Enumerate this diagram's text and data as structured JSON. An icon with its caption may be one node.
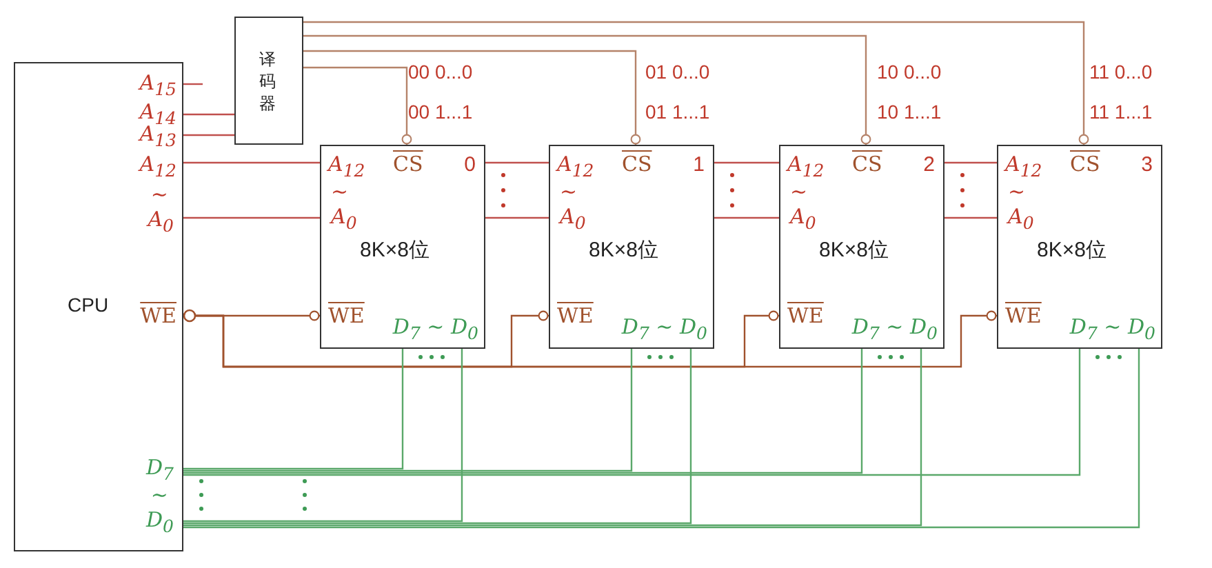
{
  "diagram": {
    "nodes": [
      {
        "text": [
          "CPU",
          "A$_{15}$",
          "A$_{14}$",
          "A$_{13}$",
          "A$_{12}$",
          "~",
          "A$_{0}$",
          "WE",
          "D$_{7}$",
          "~",
          "D$_{0}$"
        ]
      },
      {
        "text": [
          "译码器"
        ]
      },
      {
        "text": [
          "A$_{12}$",
          "~",
          "A$_{0}$",
          "CS",
          "0",
          "8K×8位",
          "WE",
          "D$_{7}$ ~ D$_{0}$"
        ]
      },
      {
        "text": [
          "A$_{12}$",
          "~",
          "A$_{0}$",
          "CS",
          "1",
          "8K×8位",
          "WE",
          "D$_{7}$ ~ D$_{0}$"
        ]
      },
      {
        "text": [
          "A$_{12}$",
          "~",
          "A$_{0}$",
          "CS",
          "2",
          "8K×8位",
          "WE",
          "D$_{7}$ ~ D$_{0}$"
        ]
      },
      {
        "text": [
          "A$_{12}$",
          "~",
          "A$_{0}$",
          "CS",
          "3",
          "8K×8位",
          "WE",
          "D$_{7}$ ~ D$_{0}$"
        ]
      }
    ],
    "edges": [
      {
        "from": 0,
        "to": 1,
        "arrow": "none",
        "color": "#c0504d"
      },
      {
        "from": 0,
        "to": 1,
        "arrow": "none",
        "color": "#c0504d"
      },
      {
        "from": 1,
        "to": 2,
        "arrow": "other",
        "color": "#b5836a"
      },
      {
        "from": 1,
        "to": 3,
        "arrow": "other",
        "color": "#b5836a"
      },
      {
        "from": 1,
        "to": 4,
        "arrow": "other",
        "color": "#b5836a"
      },
      {
        "from": 1,
        "to": 5,
        "arrow": "other",
        "color": "#b5836a"
      },
      {
        "from": 0,
        "to": 2,
        "arrow": "none",
        "color": "#c0504d"
      },
      {
        "from": 0,
        "to": 2,
        "arrow": "none",
        "color": "#c0504d"
      },
      {
        "from": 2,
        "to": 3,
        "arrow": "none",
        "color": "#c0504d"
      },
      {
        "from": 2,
        "to": 3,
        "arrow": "none",
        "color": "#c0504d"
      },
      {
        "from": 3,
        "to": 4,
        "arrow": "none",
        "color": "#c0504d"
      },
      {
        "from": 3,
        "to": 4,
        "arrow": "none",
        "color": "#c0504d"
      },
      {
        "from": 4,
        "to": 5,
        "arrow": "none",
        "color": "#c0504d"
      },
      {
        "from": 4,
        "to": 5,
        "arrow": "none",
        "color": "#c0504d"
      },
      {
        "from": 0,
        "to": 2,
        "arrow": "other",
        "color": "#a0522d"
      },
      {
        "from": 0,
        "to": 3,
        "arrow": "other",
        "color": "#a0522d"
      },
      {
        "from": 0,
        "to": 4,
        "arrow": "other",
        "color": "#a0522d"
      },
      {
        "from": 0,
        "to": 5,
        "arrow": "other",
        "color": "#a0522d"
      },
      {
        "from": 2,
        "to": 0,
        "arrow": "none",
        "color": "#5aa86a"
      },
      {
        "from": 2,
        "to": 0,
        "arrow": "none",
        "color": "#5aa86a"
      },
      {
        "from": 3,
        "to": 0,
        "arrow": "none",
        "color": "#5aa86a"
      },
      {
        "from": 3,
        "to": 0,
        "arrow": "none",
        "color": "#5aa86a"
      },
      {
        "from": 4,
        "to": 0,
        "arrow": "none",
        "color": "#5aa86a"
      },
      {
        "from": 4,
        "to": 0,
        "arrow": "none",
        "color": "#5aa86a"
      },
      {
        "from": 5,
        "to": 0,
        "arrow": "none",
        "color": "#5aa86a"
      },
      {
        "from": 5,
        "to": 0,
        "arrow": "none",
        "color": "#5aa86a"
      }
    ],
    "labels": [
      "00 0...0",
      "00 1...1",
      "01 0...0",
      "01 1...1",
      "10 0...0",
      "10 1...1",
      "11 0...0",
      "11 1...1"
    ]
  }
}
